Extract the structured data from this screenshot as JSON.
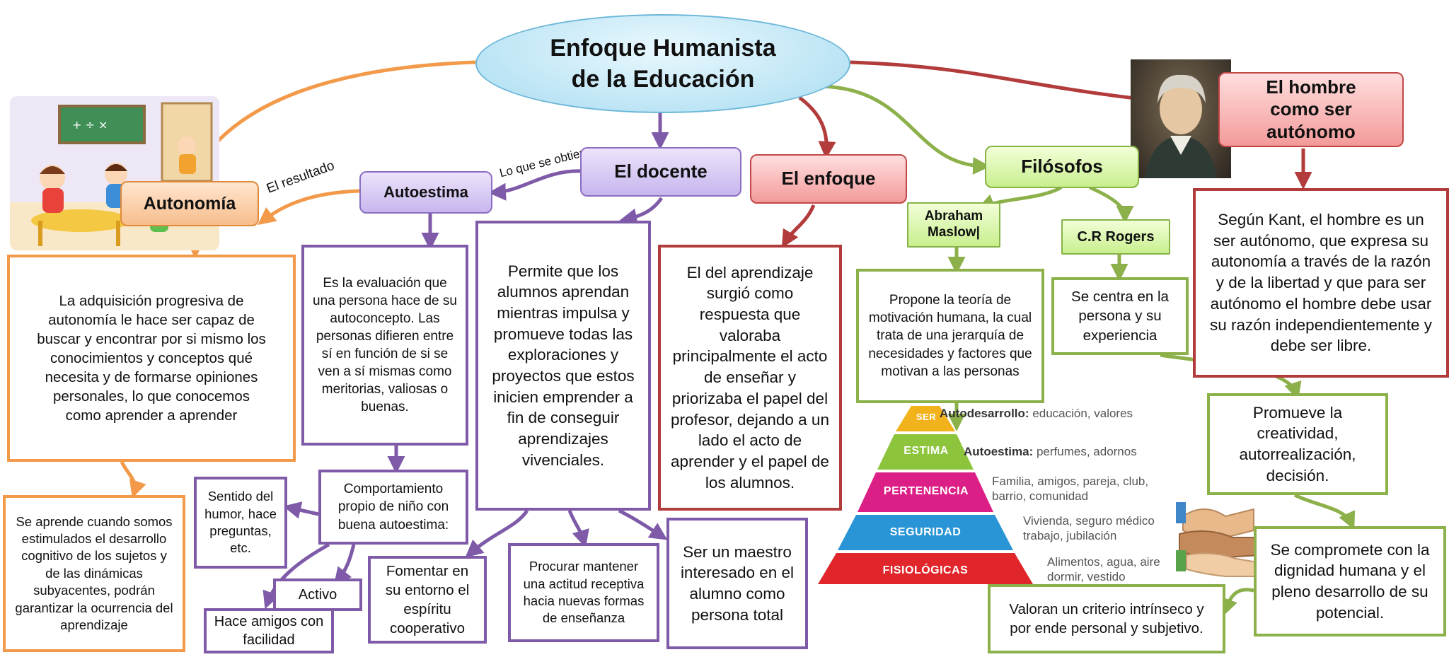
{
  "title": "Enfoque Humanista de la Educación",
  "edge_labels": {
    "resultado": "El resultado",
    "obtiene": "Lo que se obtiene"
  },
  "nodes": {
    "autonomia": "Autonomía",
    "autoestima": "Autoestima",
    "docente": "El docente",
    "enfoque": "El enfoque",
    "filosofos": "Filósofos",
    "maslow": "Abraham Maslow|",
    "rogers": "C.R Rogers",
    "hombre": "El hombre como ser autónomo"
  },
  "texts": {
    "autonomia_def": "La adquisición progresiva de autonomía le hace ser capaz de buscar y encontrar por si mismo los conocimientos y conceptos qué necesita y de formarse opiniones personales, lo que conocemos como aprender a aprender",
    "aprende": "Se aprende cuando somos estimulados el desarrollo cognitivo de los sujetos y de las dinámicas subyacentes, podrán garantizar la ocurrencia del aprendizaje",
    "autoestima_def": "Es la evaluación que una persona hace de su autoconcepto. Las personas difieren entre sí en función de si se ven a sí mismas como meritorias, valiosas o buenas.",
    "comportamiento": "Comportamiento propio de niño con buena autoestima:",
    "sentido": "Sentido del humor, hace preguntas, etc.",
    "activo": "Activo",
    "amigos": "Hace amigos con facilidad",
    "docente_def": "Permite que los alumnos aprendan mientras impulsa y promueve todas las exploraciones y proyectos que estos inicien emprender a fin de conseguir aprendizajes vivenciales.",
    "fomentar": "Fomentar en su entorno el espíritu cooperativo",
    "procurar": "Procurar mantener una actitud receptiva hacia nuevas formas de enseñanza",
    "maestro": "Ser un maestro interesado en el alumno como persona total",
    "enfoque_def": "El del aprendizaje surgió como respuesta que valoraba principalmente el acto de enseñar y priorizaba el papel del profesor, dejando a un lado el acto de aprender y el papel de los alumnos.",
    "maslow_def": "Propone la teoría de motivación humana, la cual trata de una jerarquía de necesidades y factores que motivan a las personas",
    "rogers_def": "Se centra en la persona y su experiencia",
    "kant": "Según  Kant, el hombre es un ser autónomo, que expresa su autonomía a través de la razón y de la libertad y que para ser autónomo el hombre debe usar su razón independientemente y debe ser libre.",
    "promueve": "Promueve la creatividad, autorrealización, decisión.",
    "compromete": "Se compromete con la dignidad humana y el pleno desarrollo de su potencial.",
    "valoran": "Valoran un criterio intrínseco y por ende personal y subjetivo."
  },
  "pyramid": {
    "levels": [
      {
        "label": "SER",
        "color": "#f2b21b",
        "desc_bold": "Autodesarrollo:",
        "desc": "educación, valores"
      },
      {
        "label": "ESTIMA",
        "color": "#8cc43c",
        "desc_bold": "Autoestima:",
        "desc": "perfumes, adornos"
      },
      {
        "label": "PERTENENCIA",
        "color": "#dc1f86",
        "desc_bold": "",
        "desc": "Familia, amigos, pareja, club, barrio, comunidad"
      },
      {
        "label": "SEGURIDAD",
        "color": "#2a95d6",
        "desc_bold": "",
        "desc": "Vivienda, seguro médico trabajo, jubilación"
      },
      {
        "label": "FISIOLÓGICAS",
        "color": "#e0262b",
        "desc_bold": "",
        "desc": "Alimentos, agua, aire dormir, vestido"
      }
    ]
  },
  "colors": {
    "orange": "#f29a4a",
    "purple": "#7e5aa8",
    "red": "#b23b3b",
    "green": "#8cb04a",
    "title_fill": "#bfe9f7"
  }
}
